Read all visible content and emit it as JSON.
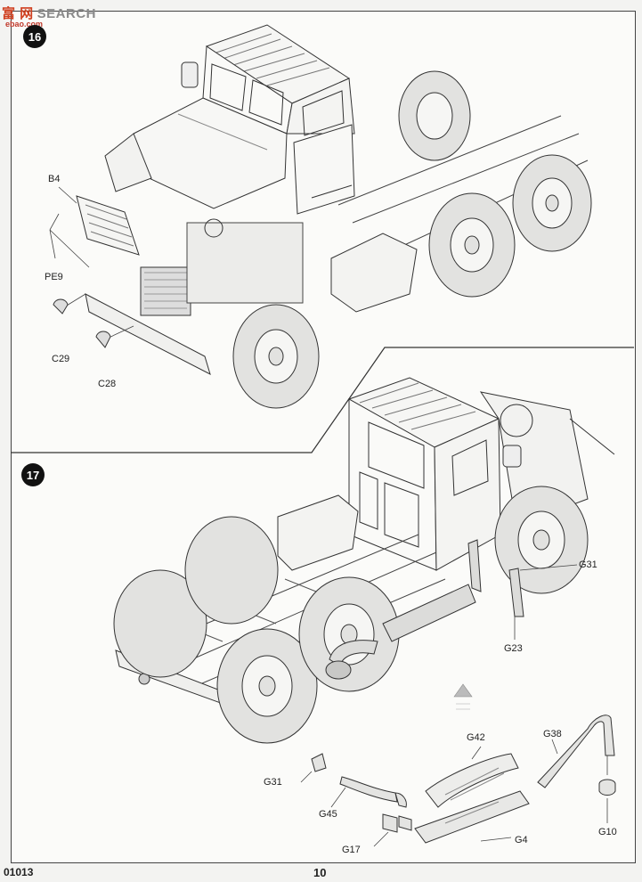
{
  "watermark": {
    "cn": "富 网",
    "text": "SEARCH",
    "sub": "ebao.com"
  },
  "step_top": {
    "number": "16"
  },
  "step_bottom": {
    "number": "17"
  },
  "top_labels": {
    "b4": "B4",
    "pe9": "PE9",
    "c29": "C29",
    "c28": "C28"
  },
  "bottom_labels": {
    "g31_truck": "G31",
    "g23": "G23",
    "g42": "G42",
    "g38": "G38",
    "g31_part": "G31",
    "g45": "G45",
    "g17": "G17",
    "g4": "G4",
    "g10": "G10"
  },
  "footer": {
    "code": "01013",
    "page": "10"
  }
}
